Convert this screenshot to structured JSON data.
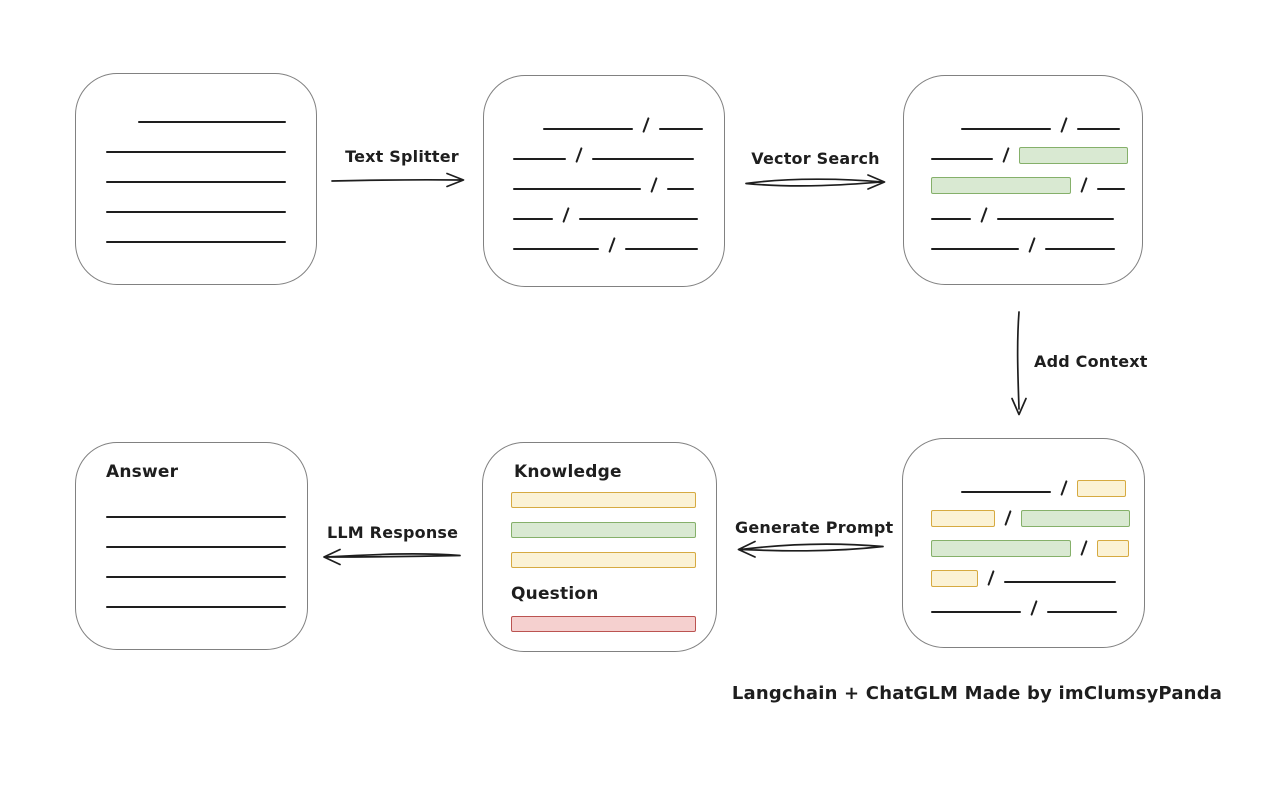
{
  "caption": "Langchain + ChatGLM Made by imClumsyPanda",
  "colors": {
    "stroke": "#1e1e1e",
    "box_border": "#818181",
    "green": {
      "fill": "#d9e9d2",
      "border": "#85b06a"
    },
    "yellow": {
      "fill": "#fbf2d5",
      "border": "#d6aa41"
    },
    "red": {
      "fill": "#f5d0cf",
      "border": "#bb5351"
    }
  },
  "arrows": {
    "text_splitter": {
      "label": "Text Splitter"
    },
    "vector_search": {
      "label": "Vector Search"
    },
    "add_context": {
      "label": "Add Context"
    },
    "generate_prompt": {
      "label": "Generate Prompt"
    },
    "llm_response": {
      "label": "LLM Response"
    }
  },
  "nodes": {
    "document": {
      "rows": [
        {
          "ml": 62,
          "segs": [
            {
              "k": "line",
              "w": 148
            }
          ]
        },
        {
          "ml": 30,
          "segs": [
            {
              "k": "line",
              "w": 180
            }
          ]
        },
        {
          "ml": 30,
          "segs": [
            {
              "k": "line",
              "w": 180
            }
          ]
        },
        {
          "ml": 30,
          "segs": [
            {
              "k": "line",
              "w": 180
            }
          ]
        },
        {
          "ml": 30,
          "segs": [
            {
              "k": "line",
              "w": 180
            }
          ]
        }
      ]
    },
    "chunks": {
      "rows": [
        {
          "ml": 59,
          "segs": [
            {
              "k": "line",
              "w": 90
            },
            {
              "k": "slash"
            },
            {
              "k": "line",
              "w": 44
            }
          ]
        },
        {
          "ml": 29,
          "segs": [
            {
              "k": "line",
              "w": 53
            },
            {
              "k": "slash"
            },
            {
              "k": "line",
              "w": 102
            }
          ]
        },
        {
          "ml": 29,
          "segs": [
            {
              "k": "line",
              "w": 128
            },
            {
              "k": "slash"
            },
            {
              "k": "line",
              "w": 27
            }
          ]
        },
        {
          "ml": 29,
          "segs": [
            {
              "k": "line",
              "w": 40
            },
            {
              "k": "slash"
            },
            {
              "k": "line",
              "w": 119
            }
          ]
        },
        {
          "ml": 29,
          "segs": [
            {
              "k": "line",
              "w": 86
            },
            {
              "k": "slash"
            },
            {
              "k": "line",
              "w": 73
            }
          ]
        }
      ]
    },
    "chunks_matched": {
      "rows": [
        {
          "ml": 57,
          "segs": [
            {
              "k": "line",
              "w": 90
            },
            {
              "k": "slash"
            },
            {
              "k": "line",
              "w": 43
            }
          ]
        },
        {
          "ml": 27,
          "segs": [
            {
              "k": "line",
              "w": 62
            },
            {
              "k": "slash"
            },
            {
              "k": "chunk",
              "c": "green",
              "w": 107
            }
          ]
        },
        {
          "ml": 27,
          "segs": [
            {
              "k": "chunk",
              "c": "green",
              "w": 138
            },
            {
              "k": "slash"
            },
            {
              "k": "line",
              "w": 28
            }
          ]
        },
        {
          "ml": 27,
          "segs": [
            {
              "k": "line",
              "w": 40
            },
            {
              "k": "slash"
            },
            {
              "k": "line",
              "w": 117
            }
          ]
        },
        {
          "ml": 27,
          "segs": [
            {
              "k": "line",
              "w": 88
            },
            {
              "k": "slash"
            },
            {
              "k": "line",
              "w": 70
            }
          ]
        }
      ]
    },
    "chunks_context": {
      "rows": [
        {
          "ml": 58,
          "segs": [
            {
              "k": "line",
              "w": 90
            },
            {
              "k": "slash"
            },
            {
              "k": "chunk",
              "c": "yellow",
              "w": 47
            }
          ]
        },
        {
          "ml": 28,
          "segs": [
            {
              "k": "chunk",
              "c": "yellow",
              "w": 62
            },
            {
              "k": "slash"
            },
            {
              "k": "chunk",
              "c": "green",
              "w": 107
            }
          ]
        },
        {
          "ml": 28,
          "segs": [
            {
              "k": "chunk",
              "c": "green",
              "w": 138
            },
            {
              "k": "slash"
            },
            {
              "k": "chunk",
              "c": "yellow",
              "w": 30
            }
          ]
        },
        {
          "ml": 28,
          "segs": [
            {
              "k": "chunk",
              "c": "yellow",
              "w": 45
            },
            {
              "k": "slash"
            },
            {
              "k": "line",
              "w": 112
            }
          ]
        },
        {
          "ml": 28,
          "segs": [
            {
              "k": "line",
              "w": 90
            },
            {
              "k": "slash"
            },
            {
              "k": "line",
              "w": 70
            }
          ]
        }
      ]
    },
    "prompt": {
      "rows": [
        {
          "label": "Knowledge",
          "name": "knowledge-label",
          "ml": 31
        },
        {
          "bar": "yellow"
        },
        {
          "bar": "green"
        },
        {
          "bar": "yellow"
        },
        {
          "label": "Question",
          "name": "question-label",
          "ml": 28,
          "q": true
        },
        {
          "bar": "red"
        }
      ]
    },
    "answer": {
      "rows": [
        {
          "label": "Answer",
          "name": "answer-label",
          "ml": 30
        },
        {
          "ml": 30,
          "mt": 10,
          "segs": [
            {
              "k": "line",
              "w": 180
            }
          ]
        },
        {
          "ml": 30,
          "segs": [
            {
              "k": "line",
              "w": 180
            }
          ]
        },
        {
          "ml": 30,
          "segs": [
            {
              "k": "line",
              "w": 180
            }
          ]
        },
        {
          "ml": 30,
          "segs": [
            {
              "k": "line",
              "w": 180
            }
          ]
        }
      ]
    }
  }
}
